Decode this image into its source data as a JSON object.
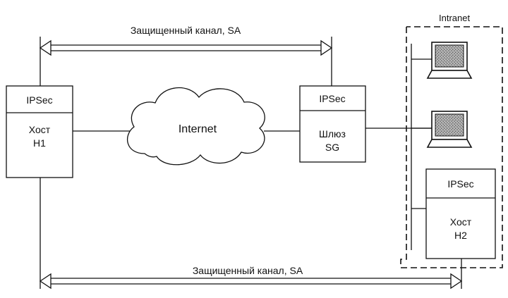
{
  "channel_top": {
    "label": "Защищенный канал, SA"
  },
  "channel_bottom": {
    "label": "Защищенный канал, SA"
  },
  "cloud": {
    "label": "Internet"
  },
  "intranet": {
    "label": "Intranet"
  },
  "host_h1": {
    "protocol": "IPSec",
    "line1": "Хост",
    "line2": "H1"
  },
  "gateway_sg": {
    "protocol": "IPSec",
    "line1": "Шлюз",
    "line2": "SG"
  },
  "host_h2": {
    "protocol": "IPSec",
    "line1": "Хост",
    "line2": "H2"
  }
}
